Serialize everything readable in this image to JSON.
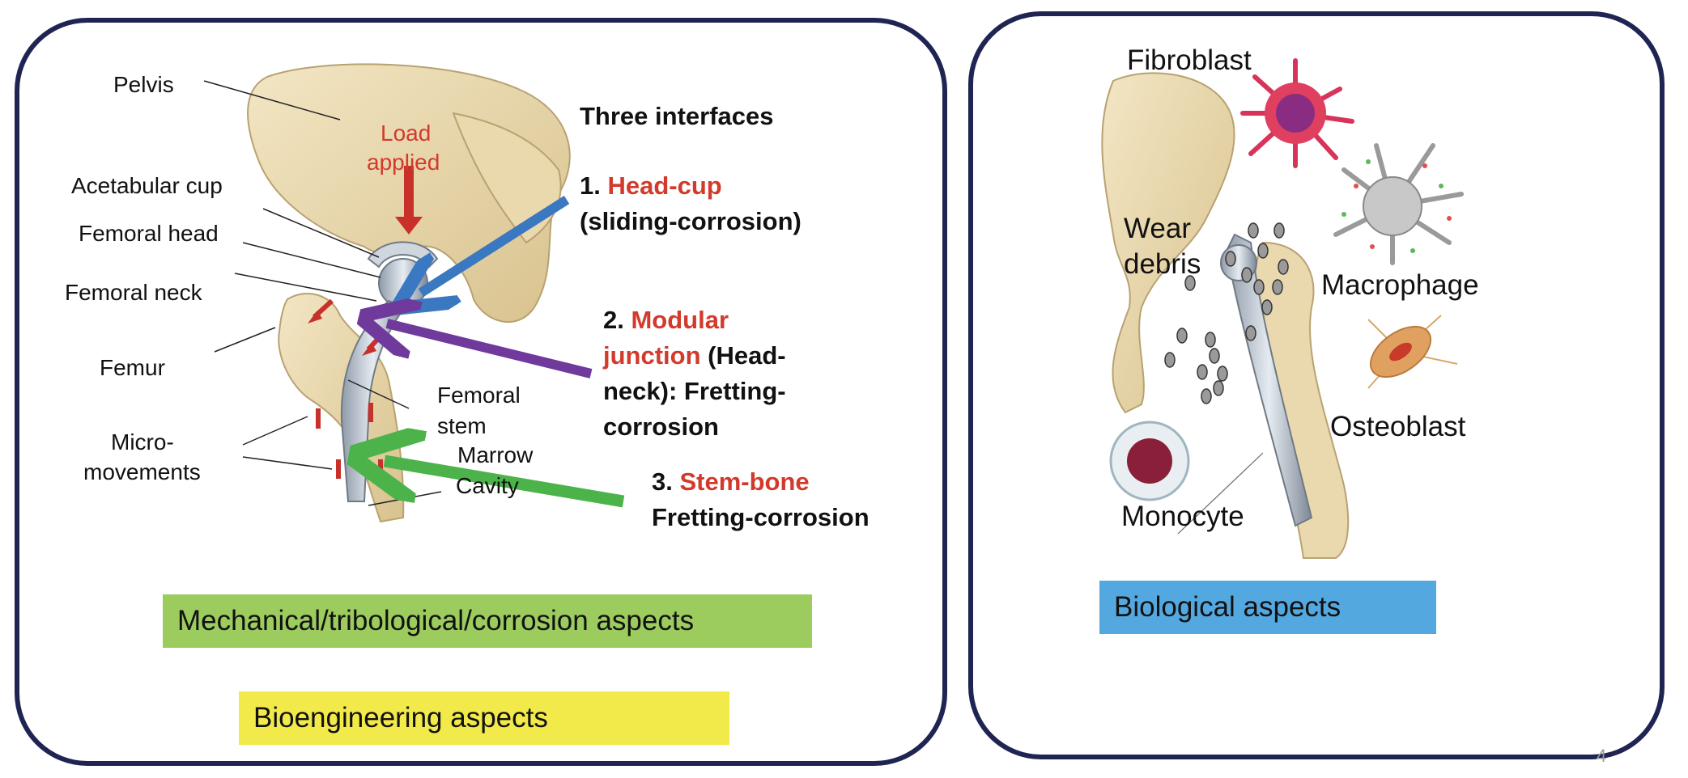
{
  "left_panel": {
    "labels": {
      "pelvis": "Pelvis",
      "load_line1": "Load",
      "load_line2": "applied",
      "acetabular_cup": "Acetabular cup",
      "femoral_head": "Femoral head",
      "femoral_neck": "Femoral neck",
      "femur": "Femur",
      "micro_line1": "Micro-",
      "micro_line2": "movements",
      "stem_line1": "Femoral",
      "stem_line2": "stem",
      "marrow_line1": "Marrow",
      "marrow_line2": "Cavity"
    },
    "heading": "Three interfaces",
    "interfaces": [
      {
        "number": "1.",
        "name": "Head-cup",
        "desc_line1": "(sliding-corrosion)"
      },
      {
        "number": "2.",
        "name_line1": "Modular",
        "name_line2": "junction",
        "rest_line2": " (Head-",
        "line3": "neck): Fretting-",
        "line4": "corrosion"
      },
      {
        "number": "3.",
        "name": "Stem-bone",
        "desc_line1": "Fretting-corrosion"
      }
    ],
    "box_mechanical": "Mechanical/tribological/corrosion aspects",
    "box_bioengineering": "Bioengineering aspects"
  },
  "right_panel": {
    "labels": {
      "fibroblast": "Fibroblast",
      "wear_line1": "Wear",
      "wear_line2": "debris",
      "macrophage": "Macrophage",
      "osteoblast": "Osteoblast",
      "monocyte": "Monocyte"
    },
    "box_biological": "Biological aspects"
  },
  "page_number": "4",
  "colors": {
    "panel_border": "#1f2453",
    "accent_red": "#d23a2c",
    "arrow_blue": "#3a78c2",
    "arrow_purple": "#6f3a9c",
    "arrow_green": "#4cb34a",
    "box_green": "#9ccb5e",
    "box_yellow": "#f2e94a",
    "box_blue": "#54a8e0"
  }
}
